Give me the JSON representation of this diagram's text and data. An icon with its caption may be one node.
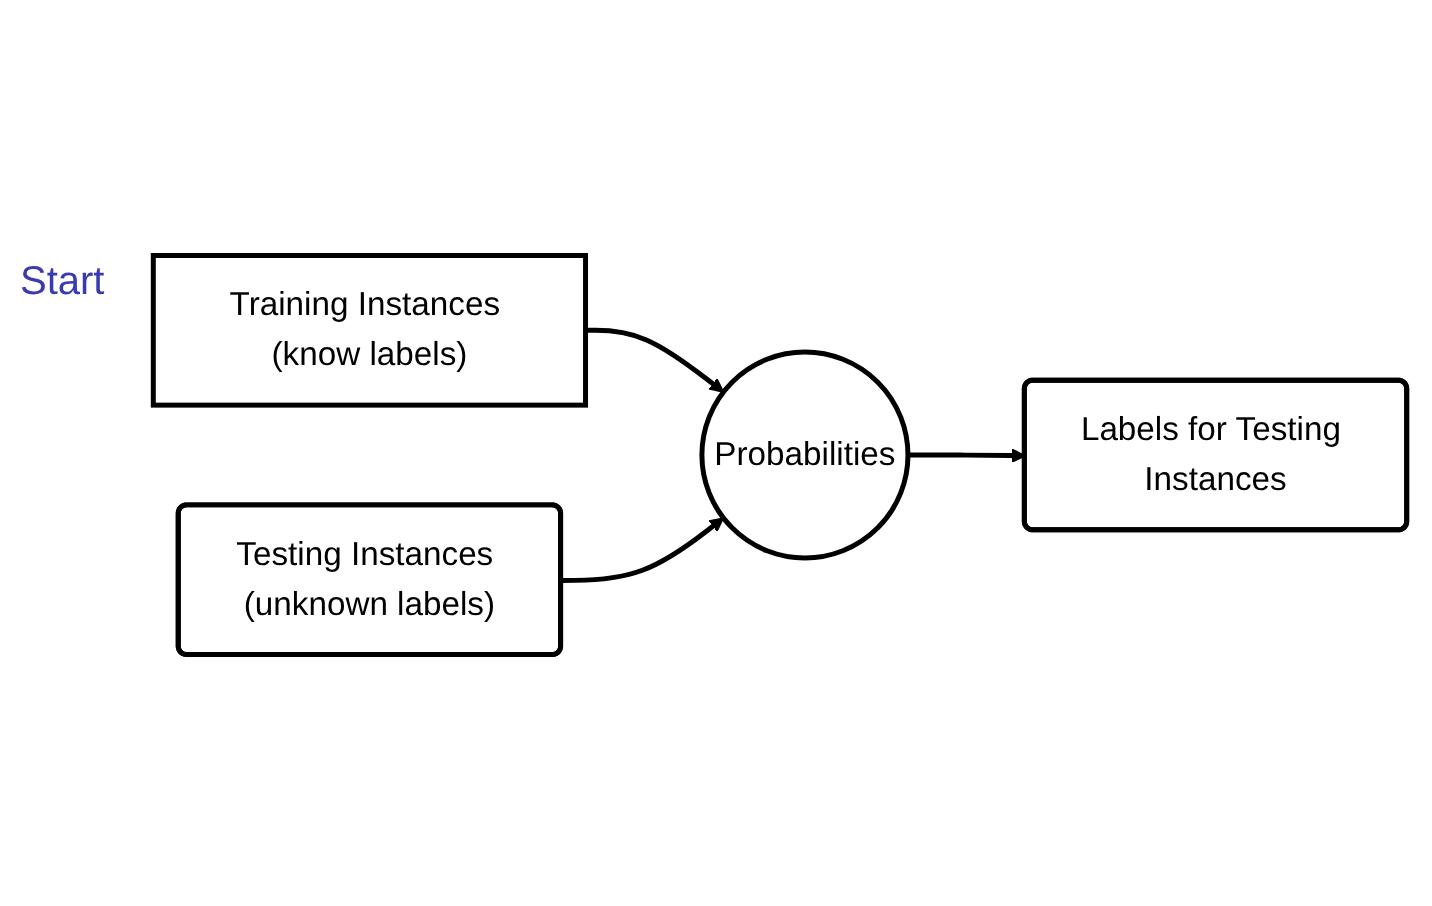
{
  "diagram": {
    "nodes": [
      {
        "text": [
          "Training Instances (know labels)"
        ]
      },
      {
        "text": [
          "Probabilities"
        ]
      },
      {
        "text": [
          "Testing Instances (unknown labels)"
        ]
      },
      {
        "text": [
          "Labels for Testing Instances"
        ]
      }
    ],
    "edges": [
      {
        "from": 0,
        "to": 1,
        "arrow": "to"
      },
      {
        "from": 2,
        "to": 1,
        "arrow": "to"
      },
      {
        "from": 1,
        "to": 3,
        "arrow": "to"
      }
    ],
    "labels": [
      "Start"
    ]
  }
}
